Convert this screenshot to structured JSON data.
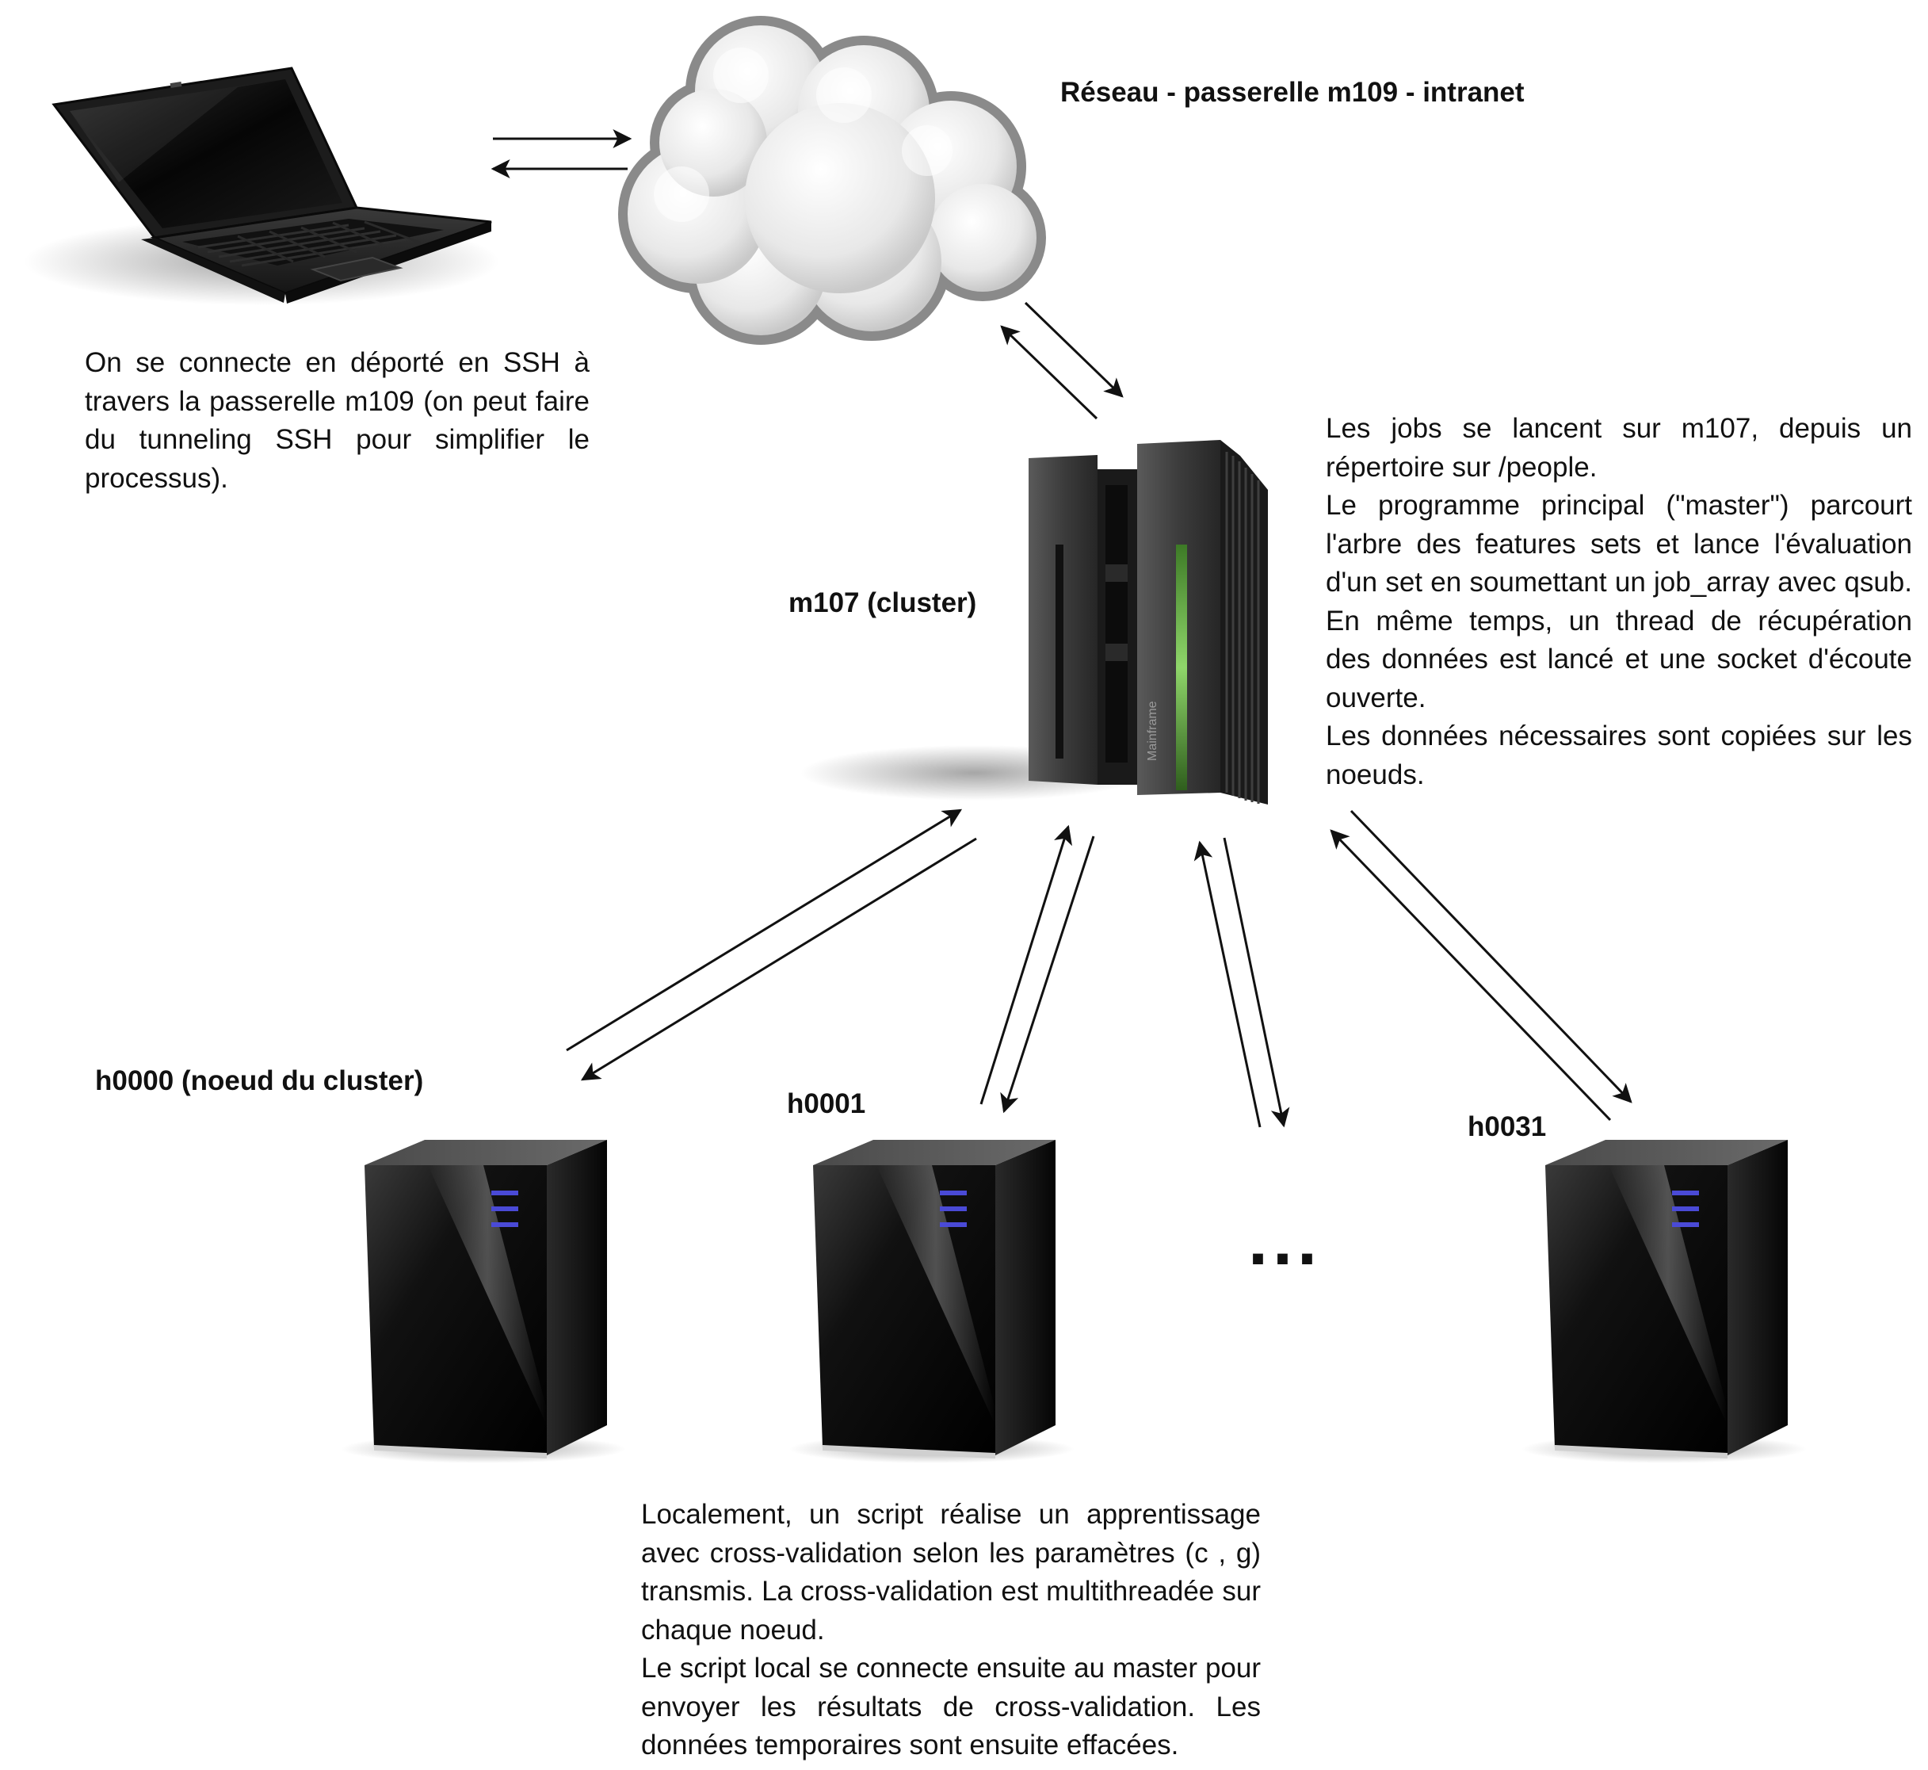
{
  "labels": {
    "network": "Réseau - passerelle m109 - intranet",
    "cluster": "m107 (cluster)",
    "node0": "h0000 (noeud du cluster)",
    "node1": "h0001",
    "node31": "h0031",
    "ellipsis": "..."
  },
  "texts": {
    "laptop": "On se connecte en déporté en SSH à travers la passerelle m109 (on peut faire du tunneling SSH pour simplifier le processus).",
    "cluster_lines": [
      "Les jobs se lancent sur m107, depuis un répertoire sur /people.",
      "Le programme principal (\"master\") parcourt l'arbre des features sets et lance l'évaluation d'un set en soumettant un job_array avec qsub. En même temps, un thread de récupération des données est lancé et une socket d'écoute ouverte.",
      "Les données nécessaires sont copiées sur les noeuds."
    ],
    "node_lines": [
      "Localement, un script réalise un apprentissage avec cross-validation selon les paramètres (c , g) transmis. La cross-validation est multithreadée sur chaque noeud.",
      "Le script local se connecte ensuite au master pour envoyer les résultats de cross-validation. Les données temporaires sont ensuite effacées."
    ]
  },
  "icons": {
    "laptop": "laptop-icon",
    "cloud": "cloud-icon",
    "mainframe": "mainframe-icon",
    "mainframe_brand": "Mainframe",
    "server": "server-tower-icon"
  },
  "colors": {
    "accent_green": "#5fa83a",
    "server_led": "#4a4ad6",
    "arrow": "#111111"
  }
}
